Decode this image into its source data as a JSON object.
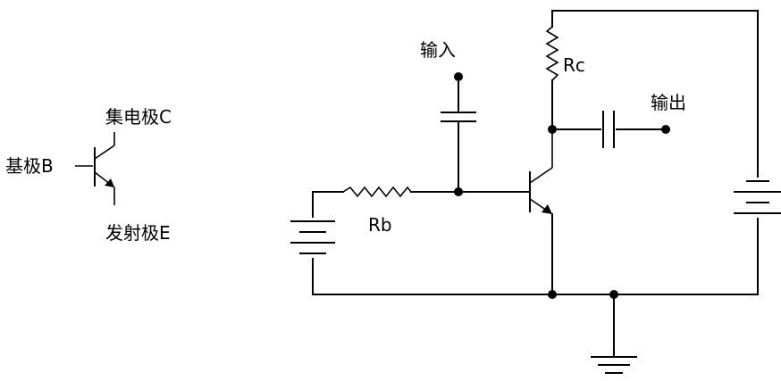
{
  "symbol_legend": {
    "collector_label": "集电极C",
    "base_label": "基极B",
    "emitter_label": "发射极E"
  },
  "circuit": {
    "input_label": "输入",
    "output_label": "输出",
    "collector_resistor_label": "Rc",
    "base_resistor_label": "Rb"
  }
}
